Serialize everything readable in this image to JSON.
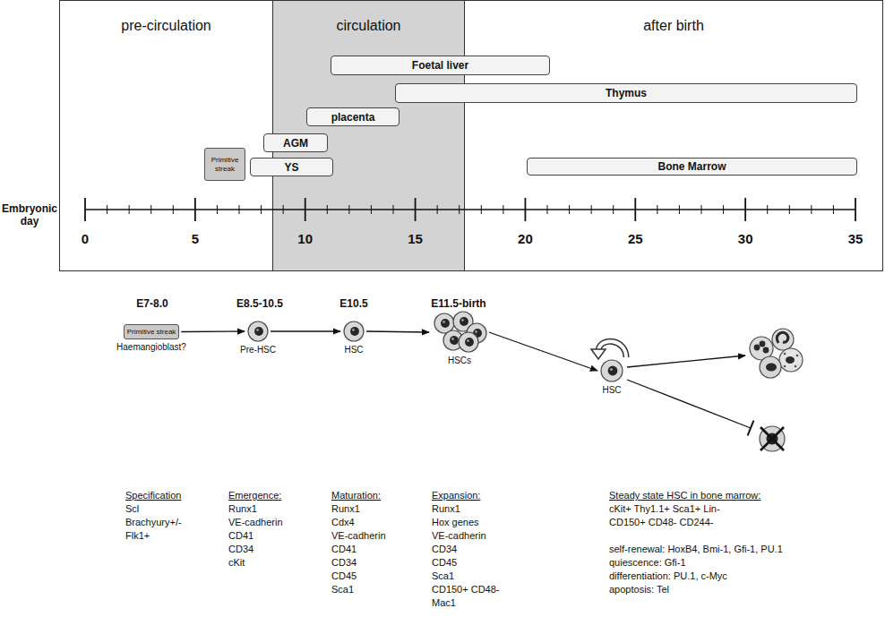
{
  "diagram": {
    "nodes": [
      {
        "text": [
          "pre-circulation"
        ]
      },
      {
        "text": [
          "circulation"
        ]
      },
      {
        "text": [
          "after birth"
        ]
      },
      {
        "text": [
          "Foetal liver"
        ]
      },
      {
        "text": [
          "Thymus"
        ]
      },
      {
        "text": [
          "placenta"
        ],
        "in": 1
      },
      {
        "text": [
          "AGM"
        ]
      },
      {
        "text": [
          "Primitive streak"
        ],
        "in": 0
      },
      {
        "text": [
          "YS"
        ]
      },
      {
        "text": [
          "Bone Marrow"
        ],
        "in": 2
      },
      {
        "text": [
          "Primitive streak",
          "Haemangioblast?"
        ]
      },
      {
        "text": [
          "Pre-HSC"
        ]
      },
      {
        "text": [
          "HSC"
        ]
      },
      {
        "text": [
          "HSCs"
        ]
      },
      {
        "text": [
          "HSC"
        ]
      }
    ],
    "edges": [
      {
        "from": 10,
        "to": 11,
        "arrow": "to"
      },
      {
        "from": 11,
        "to": 12,
        "arrow": "to"
      },
      {
        "from": 12,
        "to": 13,
        "arrow": "to"
      },
      {
        "from": 13,
        "to": 14,
        "arrow": "to"
      }
    ],
    "labels": [
      "Embryonic day",
      "0",
      "5",
      "10",
      "15",
      "20",
      "25",
      "30",
      "35",
      "E7-8.0",
      "E8.5-10.5",
      "E10.5",
      "E11.5-birth",
      "Specification",
      "Scl",
      "Brachyury+/-",
      "Flk1+",
      "Emergence:",
      "Runx1",
      "VE-cadherin",
      "CD41",
      "CD34",
      "cKit",
      "Maturation:",
      "Runx1",
      "Cdx4",
      "VE-cadherin",
      "CD41",
      "CD34",
      "CD45",
      "Sca1",
      "Expansion:",
      "Runx1",
      "Hox genes",
      "VE-cadherin",
      "CD34",
      "CD45",
      "Sca1",
      "CD150+ CD48-",
      "Mac1",
      "Steady state HSC in bone marrow:",
      "cKit+ Thy1.1+ Sca1+ Lin-",
      "CD150+ CD48- CD244-",
      "self-renewal: HoxB4, Bmi-1, Gfi-1, PU.1",
      "quiescence: Gfi-1",
      "differentiation: PU.1, c-Myc",
      "apoptosis: Tel"
    ]
  }
}
